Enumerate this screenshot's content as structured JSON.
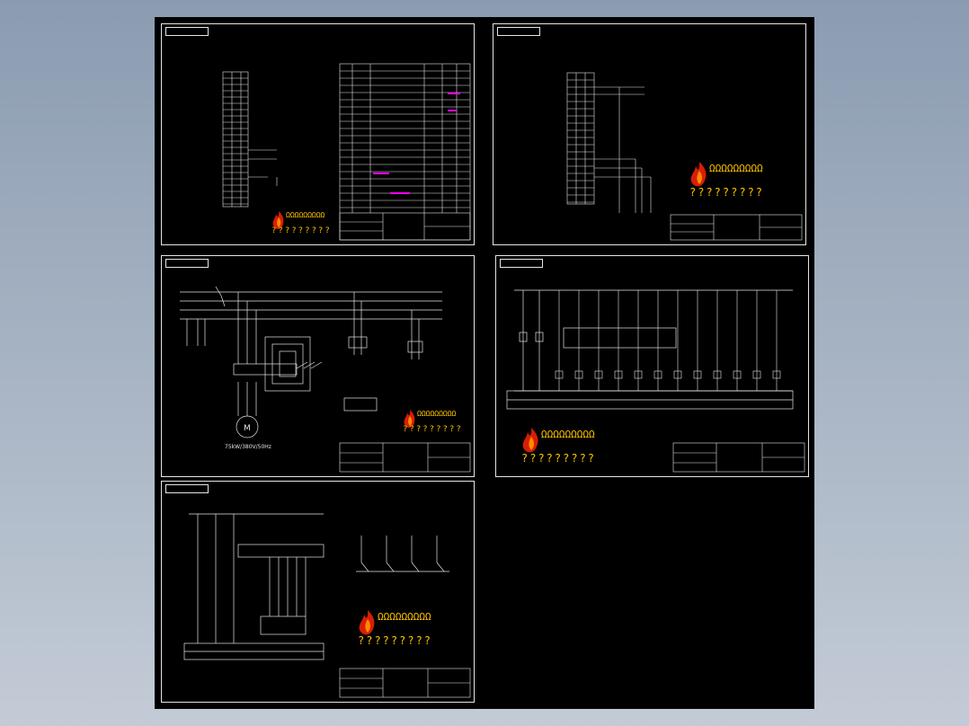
{
  "watermark": {
    "caption": "?????????",
    "stripe": "ΩΩΩΩΩΩΩΩΩ"
  },
  "sheets": [
    {
      "id": "sheet-1",
      "kind": "parts-list"
    },
    {
      "id": "sheet-2",
      "kind": "terminal-wiring"
    },
    {
      "id": "sheet-3",
      "kind": "main-circuit",
      "motor_label": "75kW/380V/50Hz",
      "motor_symbol": "M"
    },
    {
      "id": "sheet-4",
      "kind": "control-circuit"
    },
    {
      "id": "sheet-5",
      "kind": "control-circuit-2"
    }
  ],
  "colors": {
    "line": "#e6e6e6",
    "accent": "#ff00ff",
    "watermark_text": "#ffc400",
    "flame_red": "#d81e06",
    "flame_orange": "#ff8a00"
  }
}
